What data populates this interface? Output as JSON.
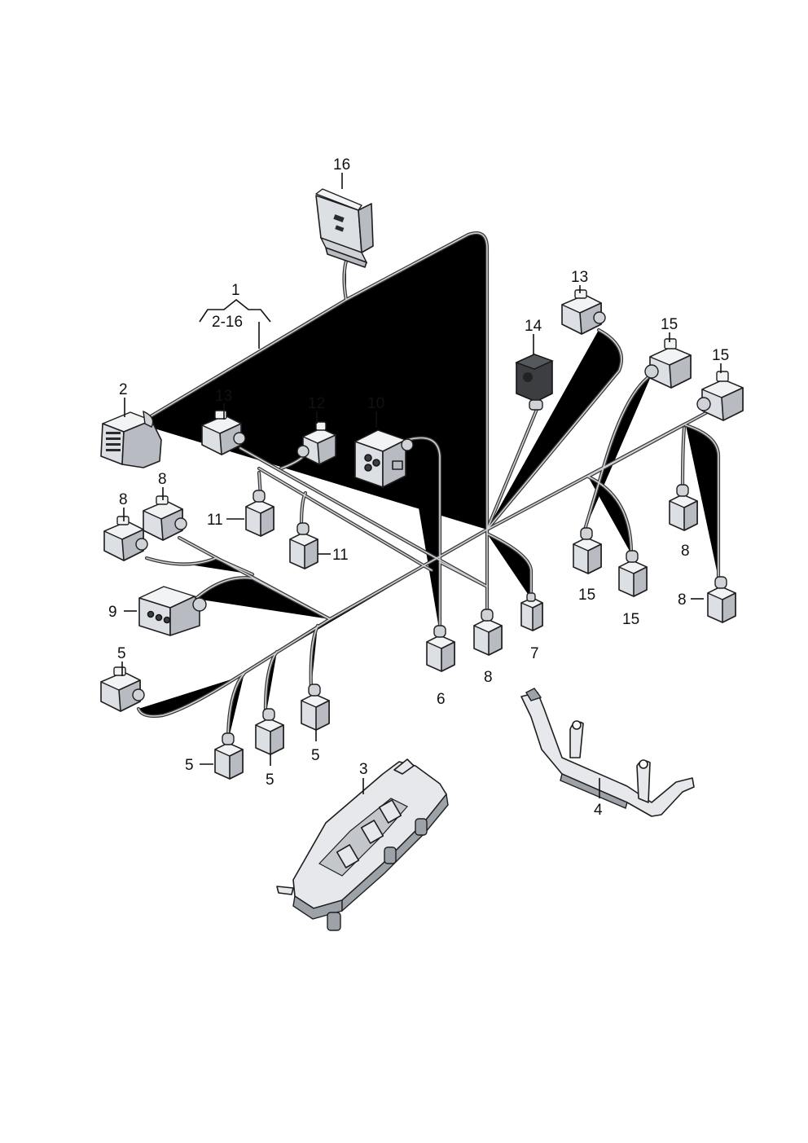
{
  "labels": {
    "l1": "1",
    "l1_range": "2-16",
    "l2": "2",
    "l3": "3",
    "l4": "4",
    "l5a": "5",
    "l5b": "5",
    "l5c": "5",
    "l5d": "5",
    "l6": "6",
    "l7": "7",
    "l8a": "8",
    "l8b": "8",
    "l8c": "8",
    "l8d": "8",
    "l8e": "8",
    "l9": "9",
    "l10": "10",
    "l11a": "11",
    "l11b": "11",
    "l12": "12",
    "l13a": "13",
    "l13b": "13",
    "l14": "14",
    "l15a": "15",
    "l15b": "15",
    "l15c": "15",
    "l15d": "15",
    "l16": "16"
  },
  "colors": {
    "background": "#ffffff",
    "wire": "#3a3a3a",
    "connector_body": "#dcdfe3",
    "ink": "#111111"
  }
}
